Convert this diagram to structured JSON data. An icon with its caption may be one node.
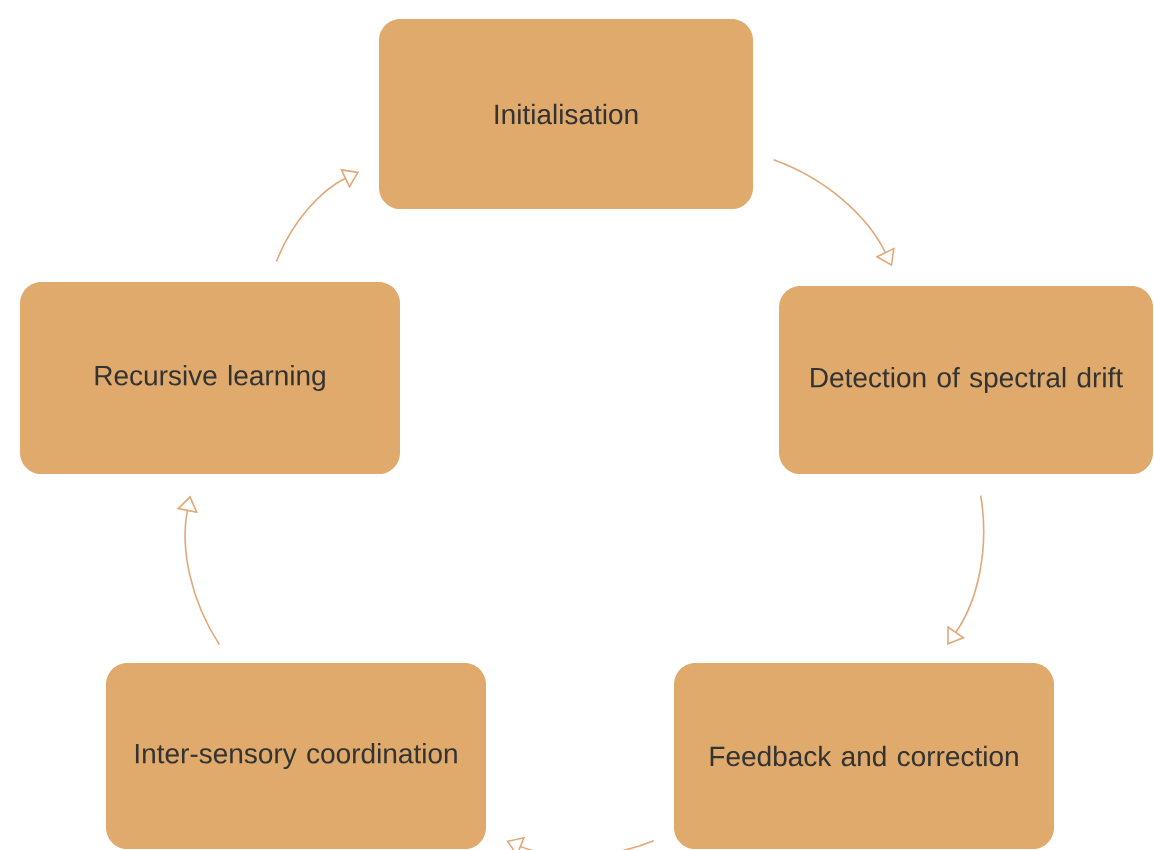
{
  "diagram": {
    "nodes": [
      {
        "text": [
          "Initialisation"
        ]
      },
      {
        "text": [
          "Detection of spectral drift"
        ]
      },
      {
        "text": [
          "Feedback and correction"
        ]
      },
      {
        "text": [
          "Inter-sensory coordination"
        ]
      },
      {
        "text": [
          "Recursive learning"
        ]
      }
    ],
    "edges": [
      {
        "from": 0,
        "to": 1,
        "arrow": "to"
      },
      {
        "from": 1,
        "to": 2,
        "arrow": "to"
      },
      {
        "from": 2,
        "to": 3,
        "arrow": "to"
      },
      {
        "from": 3,
        "to": 4,
        "arrow": "to"
      },
      {
        "from": 4,
        "to": 0,
        "arrow": "to"
      }
    ]
  }
}
